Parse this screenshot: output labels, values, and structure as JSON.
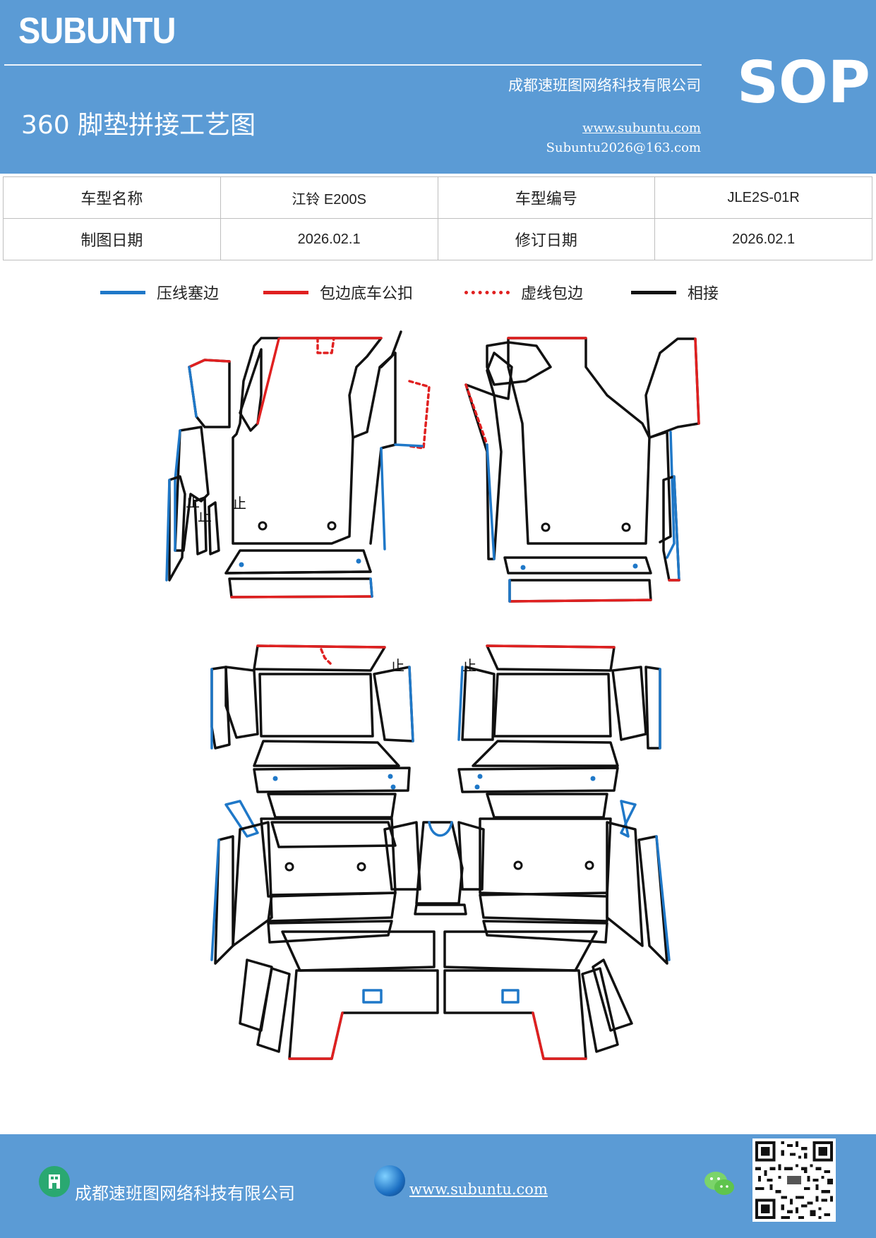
{
  "header": {
    "brand": "SUBUNTU",
    "title": "360 脚垫拼接工艺图",
    "company": "成都速班图网络科技有限公司",
    "website": "www.subuntu.com",
    "email": "Subuntu2026@163.com",
    "badge": "SOP"
  },
  "info_table": {
    "row1": {
      "label1": "车型名称",
      "value1": "江铃 E200S",
      "label2": "车型编号",
      "value2": "JLE2S-01R"
    },
    "row2": {
      "label1": "制图日期",
      "value1": "2026.02.1",
      "label2": "修订日期",
      "value2": "2026.02.1"
    }
  },
  "legend": {
    "items": [
      {
        "label": "压线塞边",
        "color": "#1f78c8",
        "style": "solid"
      },
      {
        "label": "包边底车公扣",
        "color": "#e02020",
        "style": "solid"
      },
      {
        "label": "虚线包边",
        "color": "#e02020",
        "style": "dotted"
      },
      {
        "label": "相接",
        "color": "#111111",
        "style": "solid"
      }
    ]
  },
  "drawing": {
    "marks": [
      "止",
      "止",
      "止",
      "止",
      "止"
    ]
  },
  "footer": {
    "company": "成都速班图网络科技有限公司",
    "website": "www.subuntu.com",
    "icons": [
      "building-icon",
      "globe-icon",
      "wechat-icon",
      "qr-code"
    ]
  }
}
